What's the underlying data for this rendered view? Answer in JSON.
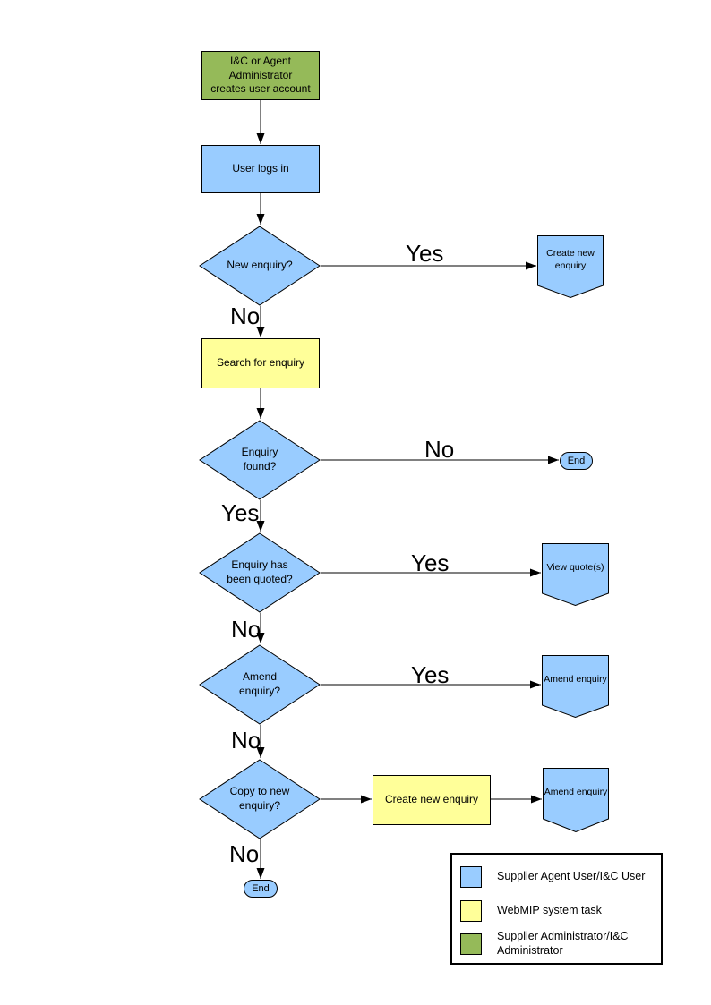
{
  "diagram": {
    "nodes": {
      "admin_creates_account": "I&C or Agent Administrator\ncreates user account",
      "user_logs_in": "User logs in",
      "new_enquiry_q": "New enquiry?",
      "create_new_enquiry_action": "Create new\nenquiry",
      "search_for_enquiry": "Search for enquiry",
      "enquiry_found_q": "Enquiry\nfound?",
      "end_enquiry_not_found": "End",
      "enquiry_quoted_q": "Enquiry has\nbeen quoted?",
      "view_quotes_action": "View quote(s)",
      "amend_enquiry_q": "Amend\nenquiry?",
      "amend_enquiry_action": "Amend enquiry",
      "copy_to_new_enquiry_q": "Copy to new\nenquiry?",
      "create_new_enquiry_task": "Create new enquiry",
      "amend_enquiry_action_2": "Amend enquiry",
      "end_final": "End"
    },
    "edge_labels": {
      "new_enquiry_yes": "Yes",
      "new_enquiry_no": "No",
      "enquiry_found_no": "No",
      "enquiry_found_yes": "Yes",
      "enquiry_quoted_yes": "Yes",
      "enquiry_quoted_no": "No",
      "amend_enquiry_yes": "Yes",
      "amend_enquiry_no": "No",
      "copy_to_new_no": "No"
    },
    "colors": {
      "user_task_blue": "#99CCFF",
      "system_task_yellow": "#FFFF99",
      "admin_task_green": "#95BA59",
      "outline": "#000000"
    },
    "legend": {
      "items": [
        {
          "swatch": "#99CCFF",
          "label": "Supplier Agent User/I&C User"
        },
        {
          "swatch": "#FFFF99",
          "label": "WebMIP system task"
        },
        {
          "swatch": "#95BA59",
          "label": "Supplier Administrator/I&C Administrator"
        }
      ]
    }
  }
}
